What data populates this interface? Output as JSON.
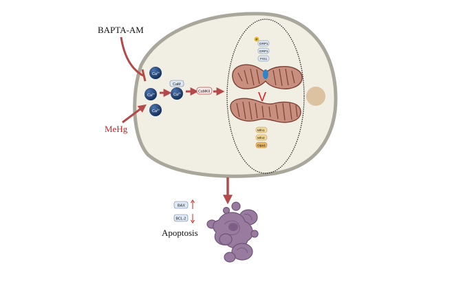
{
  "labels": {
    "bapta": "BAPTA-AM",
    "mehg": "MeHg",
    "apoptosis": "Apoptosis",
    "calcium": "Ca",
    "calcium_sup": "2+",
    "cam": "CaM",
    "camkii": "CaMKII",
    "phospho": "P",
    "drp1_p": "DRP1",
    "drp1": "DRP1",
    "fis1": "FIS1",
    "mfn1": "Mfn1",
    "mfn2": "Mfn2",
    "opa1": "Opa1",
    "bax": "BAX",
    "bcl2": "BCL-2",
    "inequality": "V"
  },
  "colors": {
    "cell_fill": "#f1efe4",
    "cell_border": "#a9a69c",
    "arrow": "#b54848",
    "mehg_text": "#cc2222",
    "calcium_ion": "#1e3f73",
    "mito_fill": "#c98f7e",
    "mito_inner": "#7a3f32",
    "nucleus": "#dcc2a0",
    "fis1": "#2a86c8",
    "apoptotic_cell": "#9a7ba0",
    "fusion_box": "#f2d79a",
    "drp_box": "#dfe8f5"
  }
}
